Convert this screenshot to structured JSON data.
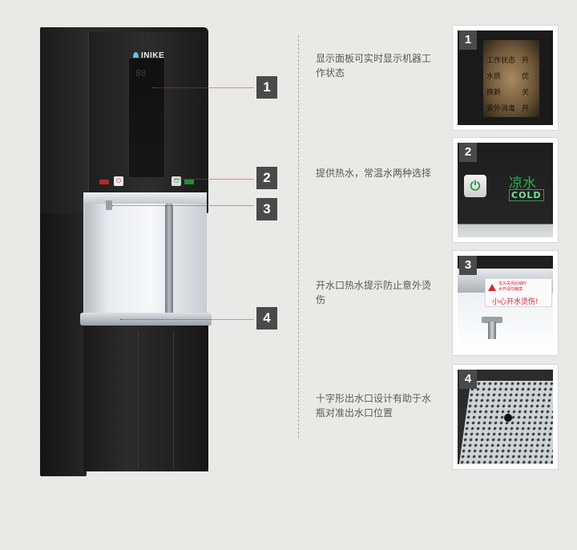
{
  "product": {
    "brand": "INIKE",
    "display_digits": "88"
  },
  "features": [
    {
      "number": "1",
      "description": "显示面板可实时显示机器工作状态"
    },
    {
      "number": "2",
      "description": "提供热水，常温水两种选择"
    },
    {
      "number": "3",
      "description": "开水口热水提示防止意外烫伤"
    },
    {
      "number": "4",
      "description": "十字形出水口设计有助于水瓶对准出水口位置"
    }
  ],
  "thumbnails": {
    "status_panel": {
      "number": "1",
      "rows": [
        {
          "label": "工作状态",
          "value": "开"
        },
        {
          "label": "水质",
          "value": "优"
        },
        {
          "label": "换新",
          "value": "关"
        },
        {
          "label": "紫外消毒",
          "value": "开"
        }
      ]
    },
    "button_panel": {
      "number": "2",
      "power_symbol": "⏻",
      "label_cn": "凉水",
      "label_en": "COLD"
    },
    "warning_label": {
      "number": "3",
      "small_text_1": "龙头关闭后稍时",
      "small_text_2": "水开请勿触摸",
      "main_text": "小心开水烫伤!"
    },
    "drip_tray": {
      "number": "4"
    }
  },
  "colors": {
    "background": "#e9e9e7",
    "badge": "#4a4a4a",
    "leader_line": "#d12a2a",
    "cold_green": "#25b34a",
    "warning_red": "#d01f2a"
  }
}
